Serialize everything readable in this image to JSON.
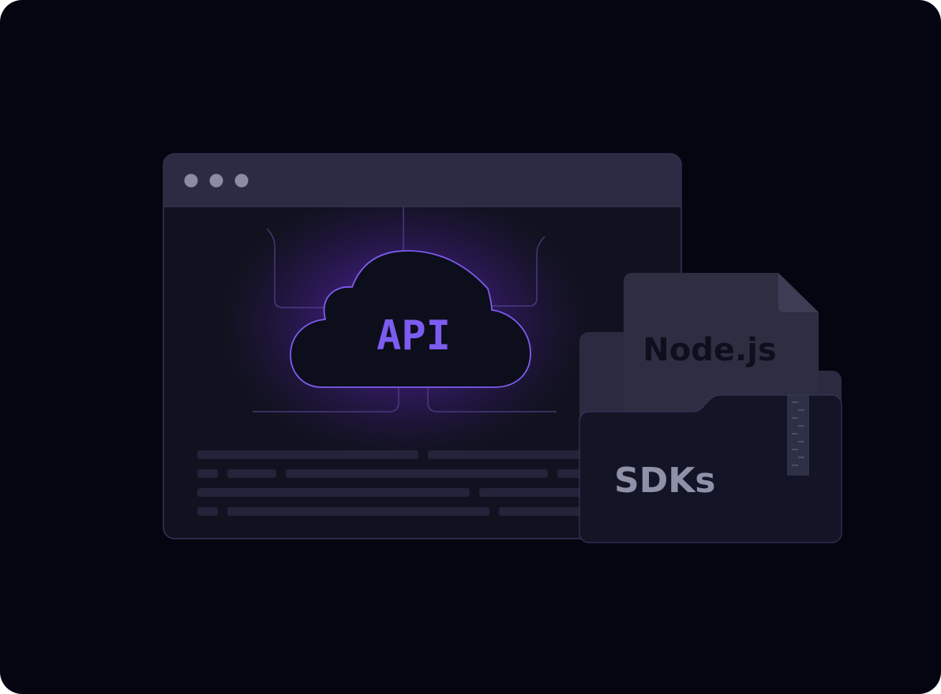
{
  "illustration": {
    "cloud_label": "API",
    "file_label": "Node.js",
    "folder_label": "SDKs",
    "window_dots": 3,
    "colors": {
      "background": "#050511",
      "window_frame": "#2b2c44",
      "window_body": "#11121f",
      "cloud_fill": "#0d0e1b",
      "accent": "#7c5cf0",
      "file_fill": "#2d2e42",
      "folder_fill": "#131425",
      "folder_text": "#8e91a8",
      "placeholder_lines": "#23243a"
    }
  }
}
